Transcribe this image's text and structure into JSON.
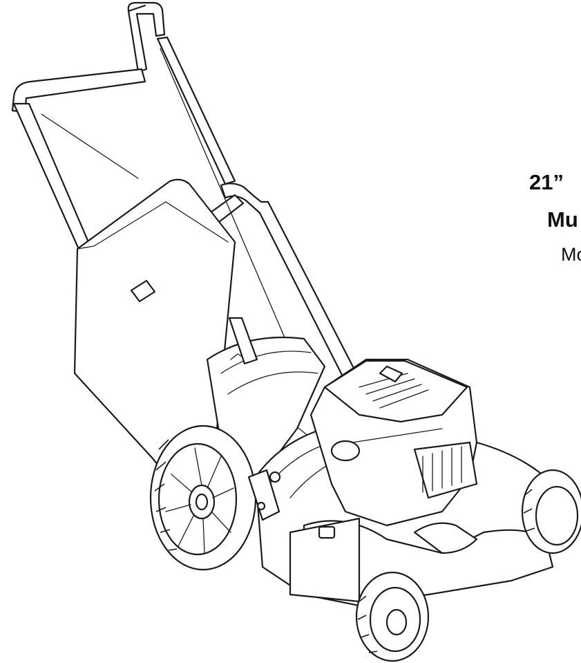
{
  "title": {
    "line1": "21”",
    "line2": "Mu",
    "line3": "Mo"
  },
  "illustration": {
    "icon": "lawn-mower-illustration"
  }
}
